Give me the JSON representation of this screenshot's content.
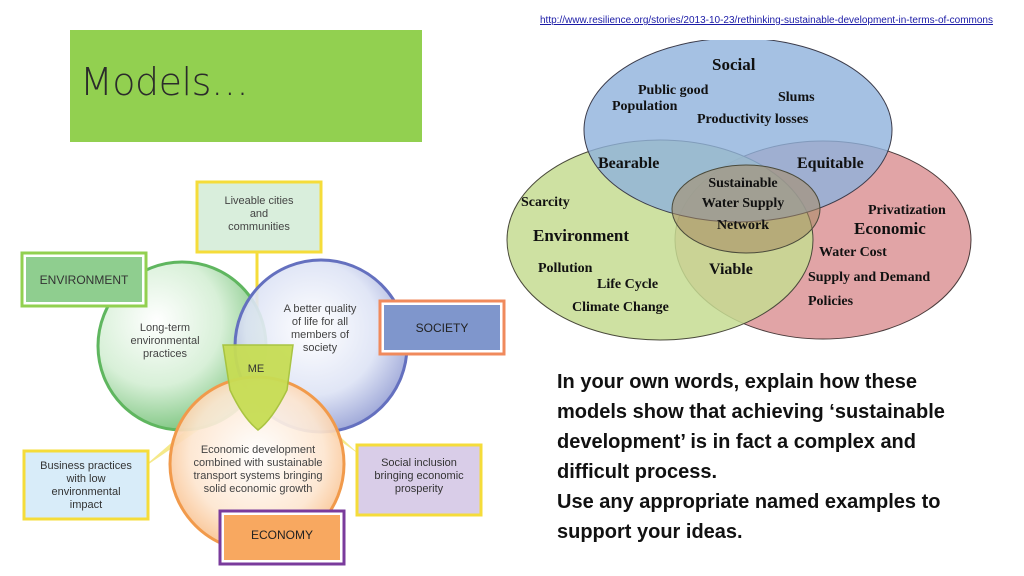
{
  "slide": {
    "title": "Models…",
    "source_url": "http://www.resilience.org/stories/2013-10-23/rethinking-sustainable-development-in-terms-of-commons",
    "question_lines": [
      "In your own words, explain how these models show that achieving ‘sustainable development’ is in fact a complex and difficult process.",
      "Use any appropriate named examples to support your ideas."
    ]
  },
  "left_diagram": {
    "labels": {
      "environment": "ENVIRONMENT",
      "society": "SOCIETY",
      "economy": "ECONOMY",
      "me": "ME"
    },
    "circle_texts": {
      "environment": [
        "Long-term",
        "environmental",
        "practices"
      ],
      "society": [
        "A better quality",
        "of life for all",
        "members of",
        "society"
      ],
      "economy": [
        "Economic development",
        "combined with sustainable",
        "transport systems bringing",
        "solid economic growth"
      ]
    },
    "callouts": {
      "liveable": [
        "Liveable cities",
        "and",
        "communities"
      ],
      "business": [
        "Business practices",
        "with low",
        "environmental",
        "impact"
      ],
      "social": [
        "Social inclusion",
        "bringing economic",
        "prosperity"
      ]
    },
    "colors": {
      "environment_box": "#8fce8f",
      "society_box": "#7f96cc",
      "economy_box": "#f8a860",
      "liveable_fill": "#d6ecd6",
      "business_fill": "#d6ecf8",
      "social_fill": "#d7cce6"
    }
  },
  "right_diagram": {
    "circle_titles": {
      "social": "Social",
      "environment": "Environment",
      "economic": "Economic"
    },
    "social_items": [
      "Public good",
      "Population",
      "Slums",
      "Productivity losses"
    ],
    "environment_items": [
      "Scarcity",
      "Pollution",
      "Life Cycle",
      "Climate Change"
    ],
    "economic_items": [
      "Privatization",
      "Water Cost",
      "Supply and Demand",
      "Policies"
    ],
    "overlaps": {
      "bearable": "Bearable",
      "equitable": "Equitable",
      "viable": "Viable",
      "center": [
        "Sustainable",
        "Water Supply",
        "Network"
      ]
    },
    "colors": {
      "social": "#8fb2dc",
      "environment": "#c6dc92",
      "economic": "#dc9496"
    }
  }
}
